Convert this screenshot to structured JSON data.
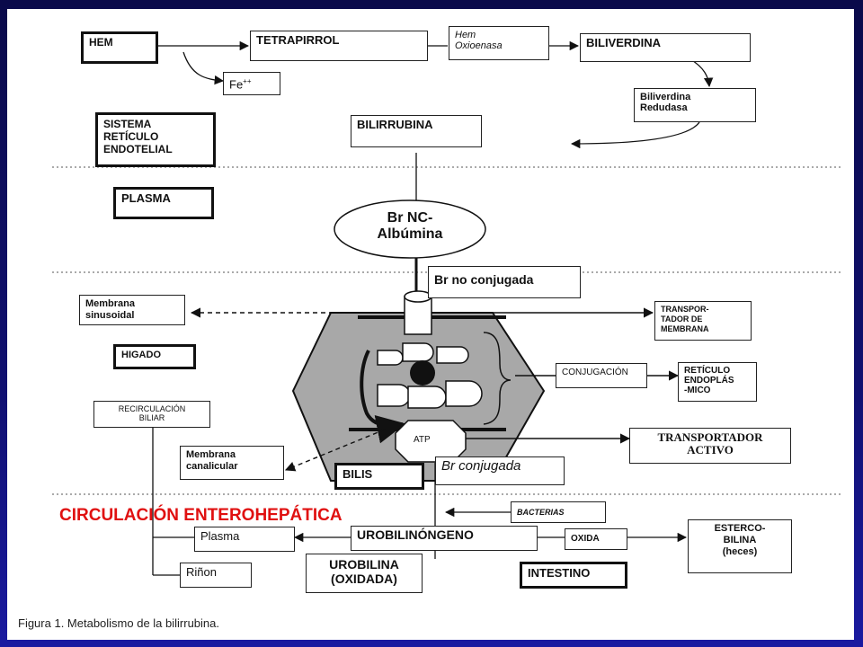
{
  "boxes": {
    "hem": "HEM",
    "tetrapirrol": "TETRAPIRROL",
    "hem_oxigenasa_1": "Hem",
    "hem_oxigenasa_2": "Oxioenasa",
    "biliverdina": "BILIVERDINA",
    "fe": "Fe",
    "fe_charge": "++",
    "biliverdina_reductasa_1": "Biliverdina",
    "biliverdina_reductasa_2": "Redudasa",
    "sistema_1": "SISTEMA",
    "sistema_2": "RETÍCULO",
    "sistema_3": "ENDOTELIAL",
    "bilirrubina": "BILIRRUBINA",
    "plasma_zone": "PLASMA",
    "br_nc": "Br NC-",
    "albumina": "Albúmina",
    "br_no_conjugada": "Br no conjugada",
    "membrana_sinusoidal_1": "Membrana",
    "membrana_sinusoidal_2": "sinusoidal",
    "transportador_membrana_1": "TRANSPOR-",
    "transportador_membrana_2": "TADOR DE",
    "transportador_membrana_3": "MEMBRANA",
    "higado_zone": "HIGADO",
    "conjugacion": "CONJUGACIÓN",
    "reticulo_1": "RETÍCULO",
    "reticulo_2": "ENDOPLÁS",
    "reticulo_3": "-MICO",
    "recirculacion_1": "RECIRCULACIÓN",
    "recirculacion_2": "BILIAR",
    "atp": "ATP",
    "transportador_activo_1": "TRANSPORTADOR",
    "transportador_activo_2": "ACTIVO",
    "membrana_canalicular_1": "Membrana",
    "membrana_canalicular_2": "canalicular",
    "bilis": "BILIS",
    "br_conjugada": "Br conjugada",
    "bacterias": "BACTERIAS",
    "plasma": "Plasma",
    "urobilinogeno": "UROBILINÓNGENO",
    "oxida": "OXIDA",
    "estercobilina_1": "ESTERCO-",
    "estercobilina_2": "BILINA",
    "estercobilina_3": "(heces)",
    "rinon": "Riñon",
    "urobilina_1": "UROBILINA",
    "urobilina_2": "(OXIDADA)",
    "intestino": "INTESTINO"
  },
  "labels": {
    "enterohepatica": "CIRCULACIÓN ENTEROHEPÁTICA",
    "caption": "Figura 1. Metabolismo de la bilirrubina."
  },
  "colors": {
    "background": "#101070",
    "panel": "#ffffff",
    "accent_text": "#e01010",
    "hepatocyte": "#a8a8a8"
  }
}
